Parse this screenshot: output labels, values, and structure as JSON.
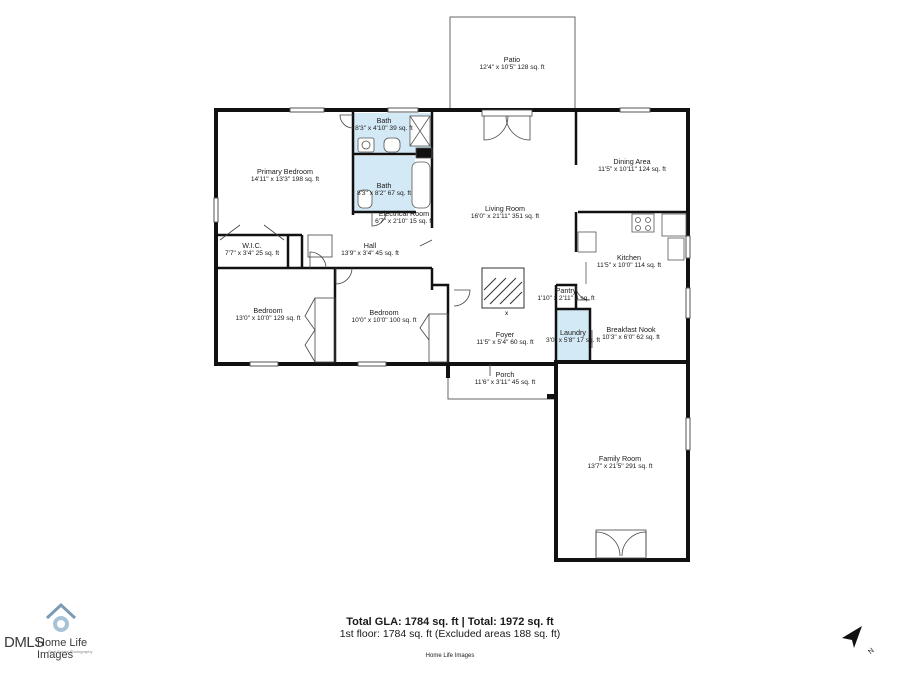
{
  "rooms": {
    "patio": {
      "name": "Patio",
      "dims": "12'4\" x 10'5\" 128 sq. ft"
    },
    "primary_bedroom": {
      "name": "Primary Bedroom",
      "dims": "14'11\" x 13'3\" 198 sq. ft"
    },
    "bath1": {
      "name": "Bath",
      "dims": "8'3\" x 4'10\" 39 sq. ft"
    },
    "bath2": {
      "name": "Bath",
      "dims": "8'3\" x 8'2\" 67 sq. ft"
    },
    "electrical_room": {
      "name": "Electrical Room",
      "dims": "6'7\" x 2'10\" 15 sq. ft"
    },
    "living_room": {
      "name": "Living Room",
      "dims": "16'0\" x 21'11\" 351 sq. ft"
    },
    "dining_area": {
      "name": "Dining Area",
      "dims": "11'5\" x 10'11\" 124 sq. ft"
    },
    "wic": {
      "name": "W.I.C.",
      "dims": "7'7\" x 3'4\" 25 sq. ft"
    },
    "hall": {
      "name": "Hall",
      "dims": "13'9\" x 3'4\" 45 sq. ft"
    },
    "kitchen": {
      "name": "Kitchen",
      "dims": "11'5\" x 10'0\" 114 sq. ft"
    },
    "pantry": {
      "name": "Pantry",
      "dims": "1'10\" x 2'11\" 4 sq. ft"
    },
    "bedroom1": {
      "name": "Bedroom",
      "dims": "13'0\" x 10'0\" 129 sq. ft"
    },
    "bedroom2": {
      "name": "Bedroom",
      "dims": "10'0\" x 10'0\" 100 sq. ft"
    },
    "foyer": {
      "name": "Foyer",
      "dims": "11'5\" x 5'4\" 60 sq. ft"
    },
    "laundry": {
      "name": "Laundry",
      "dims": "3'0\" x 5'8\" 17 sq. ft"
    },
    "breakfast_nook": {
      "name": "Breakfast Nook",
      "dims": "10'3\" x 6'0\" 62 sq. ft"
    },
    "porch": {
      "name": "Porch",
      "dims": "11'6\" x 3'11\" 45 sq. ft"
    },
    "family_room": {
      "name": "Family Room",
      "dims": "13'7\" x 21'5\" 291 sq. ft"
    }
  },
  "totals": {
    "gla_line": "Total GLA: 1784 sq. ft | Total: 1972 sq. ft",
    "floor_line": "1st floor: 1784 sq. ft (Excluded areas 188 sq. ft)"
  },
  "credit": "Home Life Images",
  "logo": {
    "mls": "DMLS",
    "brand": "Home Life Images",
    "sub": "Real Estate Photography"
  },
  "compass": {
    "label": "N"
  },
  "colors": {
    "wall": "#111111",
    "wet_area": "#d3e9f5",
    "line": "#555555"
  }
}
